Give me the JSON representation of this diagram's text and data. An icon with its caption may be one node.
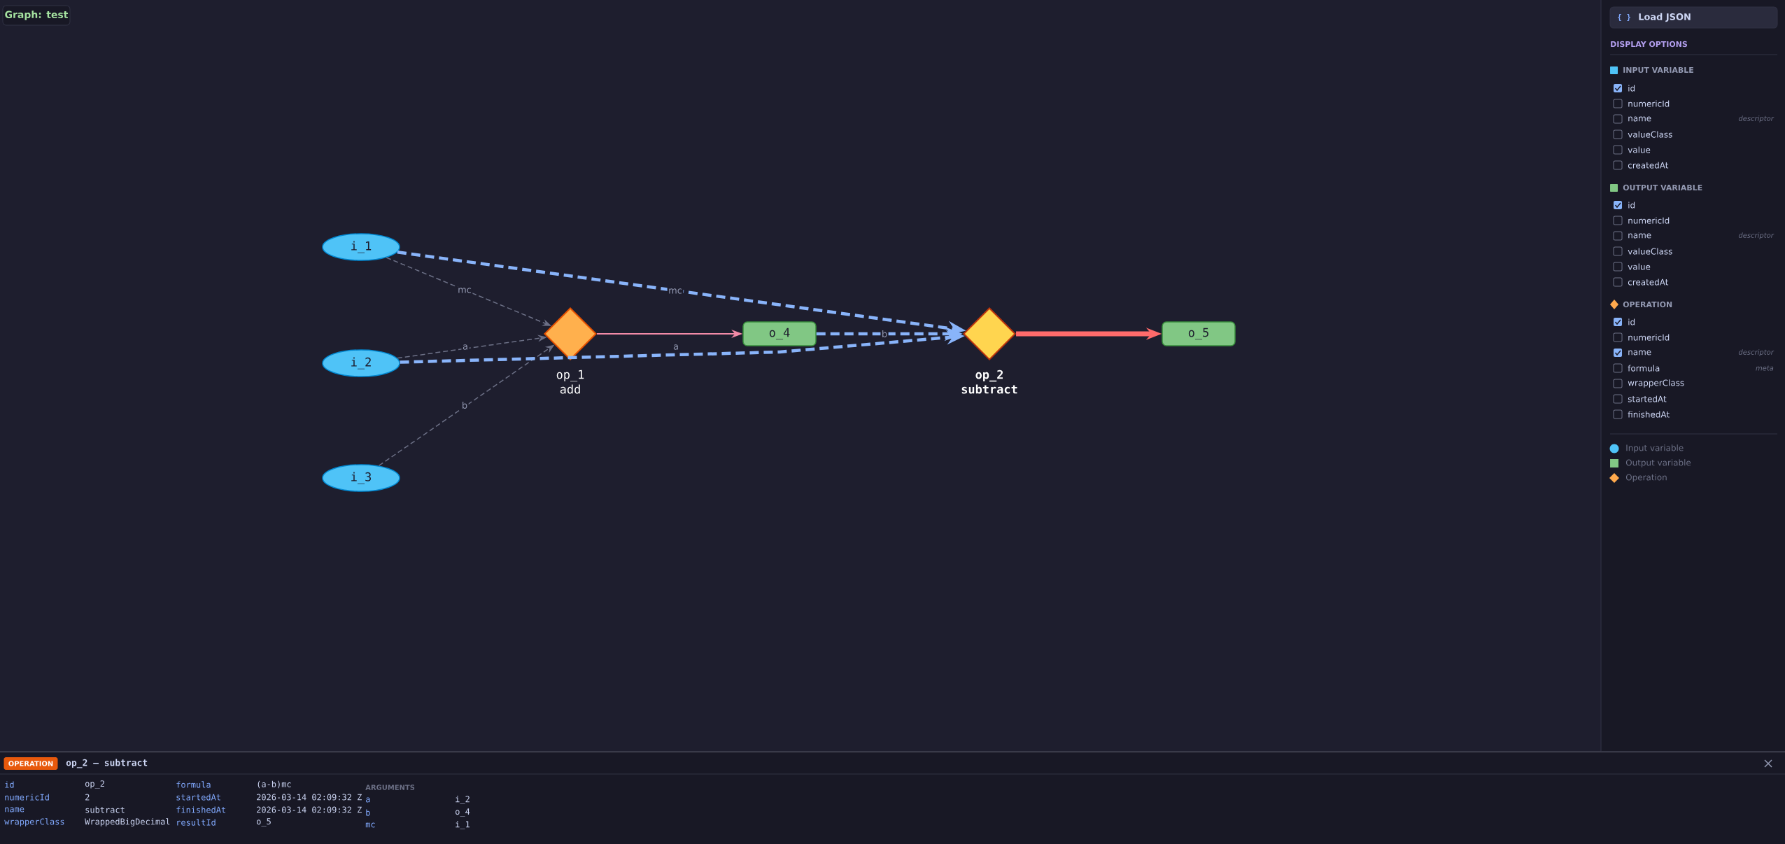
{
  "diagram": {
    "title": "Graph: test",
    "nodes": [
      {
        "text": [
          "i_1"
        ]
      },
      {
        "text": [
          "i_2"
        ]
      },
      {
        "text": [
          "i_3"
        ]
      },
      {
        "text": [
          "op_1",
          "add"
        ]
      },
      {
        "text": [
          "o_4"
        ]
      },
      {
        "text": [
          "op_2",
          "subtract"
        ]
      },
      {
        "text": [
          "o_5"
        ]
      }
    ],
    "edges": [
      {
        "from": 0,
        "to": 3,
        "arrow": "to",
        "label": "mc",
        "style": "dashed",
        "color": "#6c7086"
      },
      {
        "from": 1,
        "to": 3,
        "arrow": "to",
        "label": "a",
        "style": "dashed",
        "color": "#6c7086"
      },
      {
        "from": 2,
        "to": 3,
        "arrow": "to",
        "label": "b",
        "style": "dashed",
        "color": "#6c7086"
      },
      {
        "from": 3,
        "to": 4,
        "arrow": "to",
        "color": "#f38ba8"
      },
      {
        "from": 0,
        "to": 5,
        "arrow": "to",
        "label": "mc",
        "style": "dashed",
        "color": "#89b4fa"
      },
      {
        "from": 1,
        "to": 5,
        "arrow": "to",
        "label": "a",
        "style": "dashed",
        "color": "#89b4fa"
      },
      {
        "from": 4,
        "to": 5,
        "arrow": "to",
        "label": "b",
        "style": "dashed",
        "color": "#89b4fa"
      },
      {
        "from": 5,
        "to": 6,
        "arrow": "to",
        "style": "thick",
        "color": "#ff6b6b"
      }
    ],
    "labels": [
      "{ }",
      "Load JSON",
      "DISPLAY OPTIONS",
      "INPUT VARIABLE",
      "id",
      "numericId",
      "name",
      "descriptor",
      "valueClass",
      "value",
      "createdAt",
      "OUTPUT VARIABLE",
      "id",
      "numericId",
      "name",
      "descriptor",
      "valueClass",
      "value",
      "createdAt",
      "OPERATION",
      "id",
      "numericId",
      "name",
      "descriptor",
      "formula",
      "meta",
      "wrapperClass",
      "startedAt",
      "finishedAt",
      "OPERATION",
      "op_2 — subtract",
      "id",
      "op_2",
      "formula",
      "(a-b)mc",
      "ARGUMENTS",
      "numericId",
      "2",
      "startedAt",
      "2026-03-14 02:09:32 Z",
      "a",
      "i_2",
      "name",
      "subtract",
      "finishedAt",
      "2026-03-14 02:09:32 Z",
      "b",
      "o_4",
      "wrapperClass",
      "WrappedBigDecimal",
      "resultId",
      "o_5",
      "mc",
      "i_1"
    ],
    "legend": [
      {
        "text": "Input variable",
        "color": "#4fc3f7"
      },
      {
        "text": "Output variable",
        "color": "#81c784"
      },
      {
        "text": "Operation",
        "color": "#ffa94d"
      }
    ]
  }
}
